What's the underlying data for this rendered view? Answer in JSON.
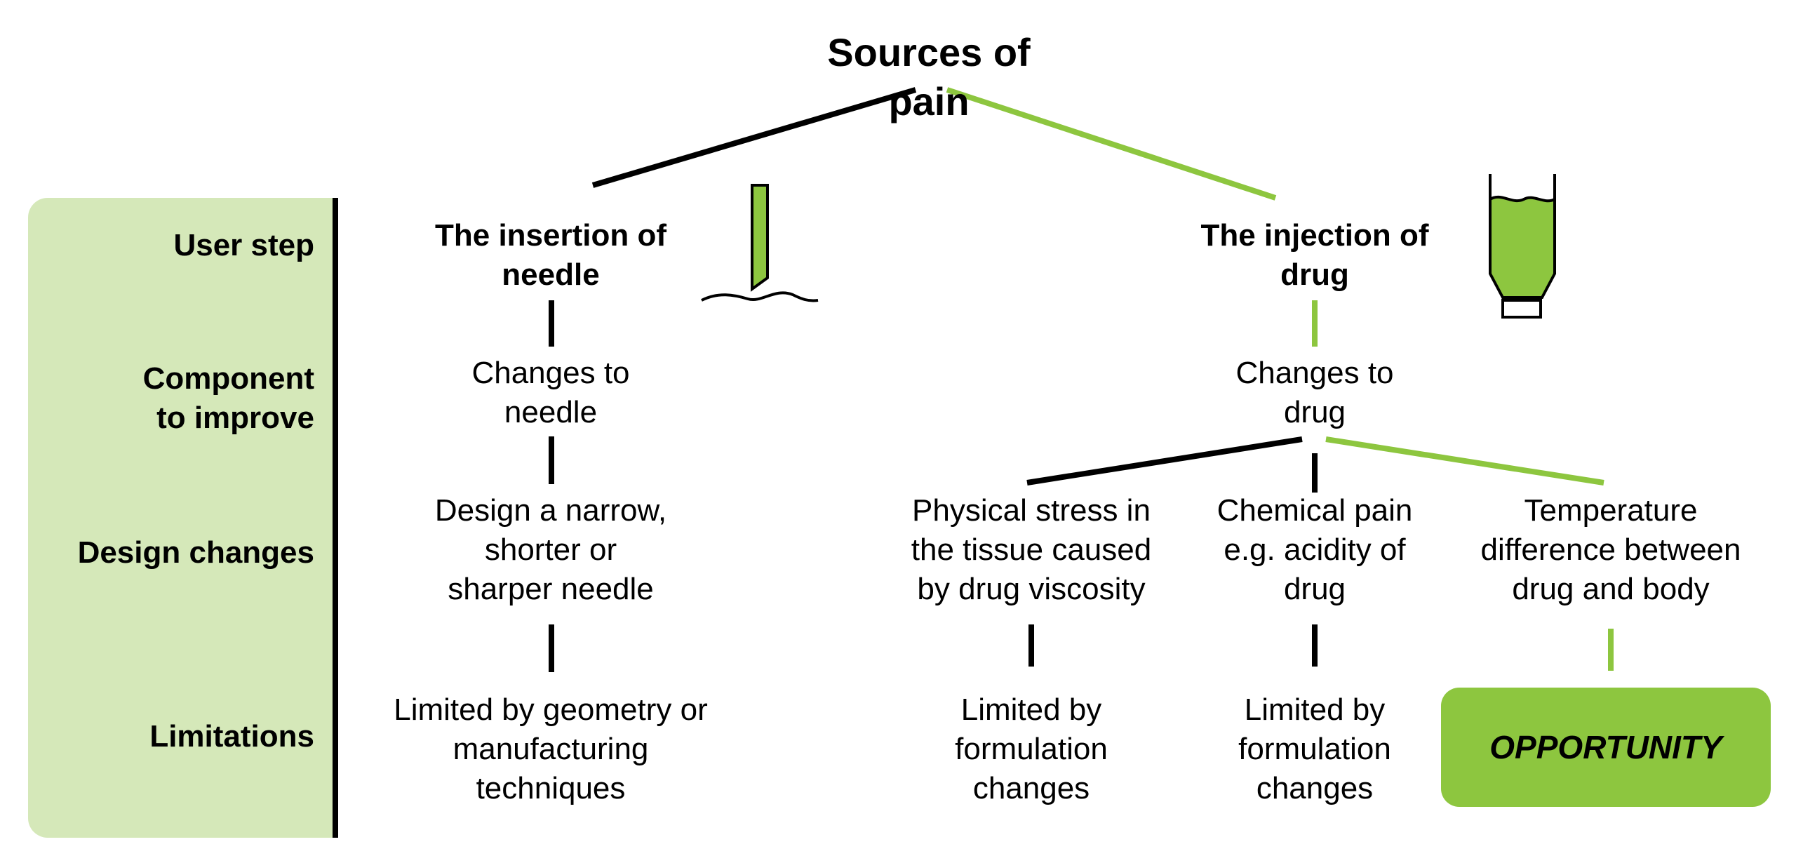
{
  "title": "Sources of pain",
  "row_labels": {
    "user_step": "User step",
    "component": "Component\nto improve",
    "design": "Design changes",
    "limitations": "Limitations"
  },
  "branches": {
    "needle": {
      "user_step": "The insertion of\nneedle",
      "component": "Changes to\nneedle",
      "design": "Design a narrow,\nshorter or\nsharper needle",
      "limitation": "Limited by geometry or\nmanufacturing\ntechniques",
      "icon": "needle-in-skin-icon"
    },
    "drug": {
      "user_step": "The injection of\ndrug",
      "component": "Changes to\ndrug",
      "icon": "syringe-cartridge-icon",
      "designs": [
        {
          "text": "Physical stress in\nthe tissue caused\nby drug viscosity",
          "limitation": "Limited by\nformulation\nchanges"
        },
        {
          "text": "Chemical pain\ne.g. acidity of\ndrug",
          "limitation": "Limited by\nformulation\nchanges"
        },
        {
          "text": "Temperature\ndifference between\ndrug and body",
          "limitation": "OPPORTUNITY"
        }
      ]
    }
  },
  "colors": {
    "accent_green": "#8dc63f",
    "panel_green": "#d5e8b9",
    "line_black": "#000000"
  }
}
